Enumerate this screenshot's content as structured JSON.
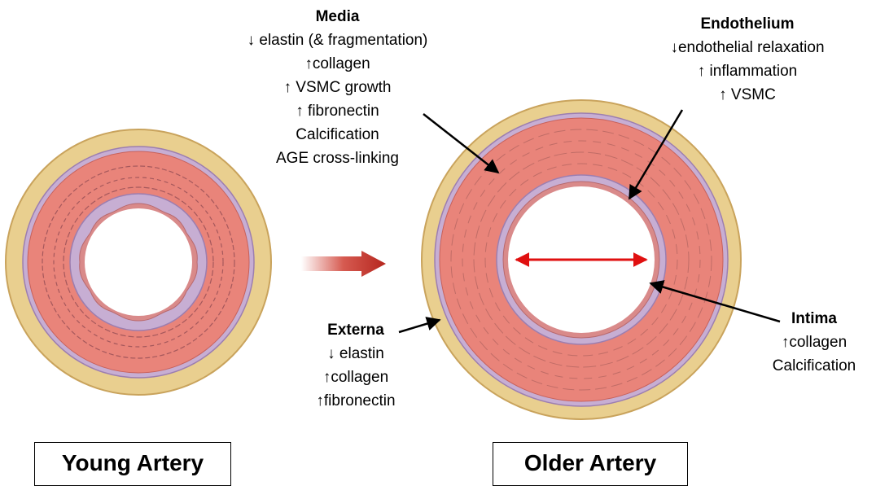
{
  "labels": {
    "media": {
      "title": "Media",
      "lines": [
        "↓ elastin (& fragmentation)",
        "↑collagen",
        "↑ VSMC growth",
        "↑ fibronectin",
        "Calcification",
        "AGE cross-linking"
      ]
    },
    "endothelium": {
      "title": "Endothelium",
      "lines": [
        "↓endothelial relaxation",
        "↑ inflammation",
        "↑ VSMC"
      ]
    },
    "externa": {
      "title": "Externa",
      "lines": [
        "↓ elastin",
        "↑collagen",
        "↑fibronectin"
      ]
    },
    "intima": {
      "title": "Intima",
      "lines": [
        "↑collagen",
        "Calcification"
      ]
    }
  },
  "captions": {
    "young": "Young Artery",
    "older": "Older Artery"
  },
  "colors": {
    "externa": "#e9cf8f",
    "externa_edge": "#c9a35c",
    "media": "#e9847a",
    "media_line": "#c8615a",
    "elastic_band": "#c7aed3",
    "elastic_edge": "#9c7eb0",
    "arrow_red": "#c0282a",
    "diameter_red": "#e01010"
  }
}
